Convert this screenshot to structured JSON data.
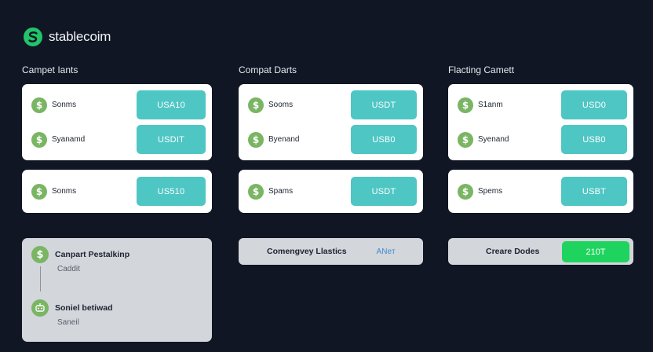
{
  "brand": {
    "name": "stablecoim",
    "color": "#22c36a"
  },
  "columns": [
    {
      "title": "Campet Iants",
      "top_rows": [
        {
          "label": "Sonms",
          "value": "USA10"
        },
        {
          "label": "Syanamd",
          "value": "USDIT"
        }
      ],
      "bottom_row": {
        "label": "Sonms",
        "value": "US510"
      }
    },
    {
      "title": "Compat Darts",
      "top_rows": [
        {
          "label": "Sooms",
          "value": "USDT"
        },
        {
          "label": "Byenand",
          "value": "USB0"
        }
      ],
      "bottom_row": {
        "label": "Spams",
        "value": "USDT"
      }
    },
    {
      "title": "Flacting Camett",
      "top_rows": [
        {
          "label": "S1anm",
          "value": "USD0"
        },
        {
          "label": "Syenand",
          "value": "USB0"
        }
      ],
      "bottom_row": {
        "label": "Spems",
        "value": "USBT"
      }
    }
  ],
  "panels": {
    "left": {
      "item1_title": "Canpart Pestalkinp",
      "item1_sub": "Caddit",
      "item2_title": "Soniel betiwad",
      "item2_sub": "Saneil"
    },
    "middle": {
      "label": "Comengvey Llastics",
      "link": "ANeт"
    },
    "right": {
      "label": "Creare Dodes",
      "button": "210T"
    }
  },
  "icons": {
    "coin": "dollar-coin-icon",
    "logo": "stablecoin-logo-icon"
  },
  "colors": {
    "background": "#111624",
    "pill": "#4ec6c4",
    "coin": "#7ab564",
    "action": "#1ed45e"
  }
}
